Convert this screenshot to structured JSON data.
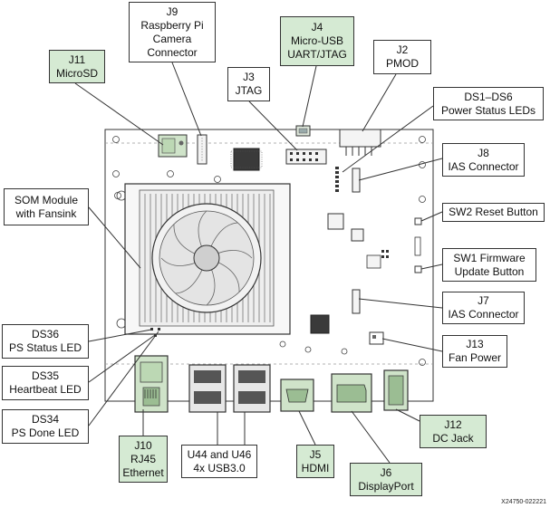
{
  "callouts": {
    "j11": {
      "lines": [
        "J11",
        "MicroSD"
      ],
      "highlight": "green"
    },
    "j9": {
      "lines": [
        "J9",
        "Raspberry Pi",
        "Camera",
        "Connector"
      ],
      "highlight": "white"
    },
    "j4": {
      "lines": [
        "J4",
        "Micro-USB",
        "UART/JTAG"
      ],
      "highlight": "green"
    },
    "j3": {
      "lines": [
        "J3",
        "JTAG"
      ],
      "highlight": "white"
    },
    "j2": {
      "lines": [
        "J2",
        "PMOD"
      ],
      "highlight": "white"
    },
    "ds1_ds6": {
      "lines": [
        "DS1–DS6",
        "Power Status LEDs"
      ],
      "highlight": "white"
    },
    "j8": {
      "lines": [
        "J8",
        "IAS Connector"
      ],
      "highlight": "white"
    },
    "som": {
      "lines": [
        "SOM Module",
        "with Fansink"
      ],
      "highlight": "white"
    },
    "sw2": {
      "lines": [
        "SW2 Reset Button"
      ],
      "highlight": "white"
    },
    "sw1": {
      "lines": [
        "SW1 Firmware",
        "Update Button"
      ],
      "highlight": "white"
    },
    "j7": {
      "lines": [
        "J7",
        "IAS Connector"
      ],
      "highlight": "white"
    },
    "ds36": {
      "lines": [
        "DS36",
        "PS Status LED"
      ],
      "highlight": "white"
    },
    "j13": {
      "lines": [
        "J13",
        "Fan Power"
      ],
      "highlight": "white"
    },
    "ds35": {
      "lines": [
        "DS35",
        "Heartbeat LED"
      ],
      "highlight": "white"
    },
    "ds34": {
      "lines": [
        "DS34",
        "PS Done LED"
      ],
      "highlight": "white"
    },
    "j10": {
      "lines": [
        "J10",
        "RJ45",
        "Ethernet"
      ],
      "highlight": "green"
    },
    "usb": {
      "lines": [
        "U44 and U46",
        "4x USB3.0"
      ],
      "highlight": "white"
    },
    "j5": {
      "lines": [
        "J5",
        "HDMI"
      ],
      "highlight": "green"
    },
    "j6": {
      "lines": [
        "J6",
        "DisplayPort"
      ],
      "highlight": "green"
    },
    "j12": {
      "lines": [
        "J12",
        "DC Jack"
      ],
      "highlight": "green"
    }
  },
  "doc_id": "X24750-022221",
  "colors": {
    "highlight": "#d5ead3",
    "board_outline": "#333333",
    "leader": "#333333"
  }
}
